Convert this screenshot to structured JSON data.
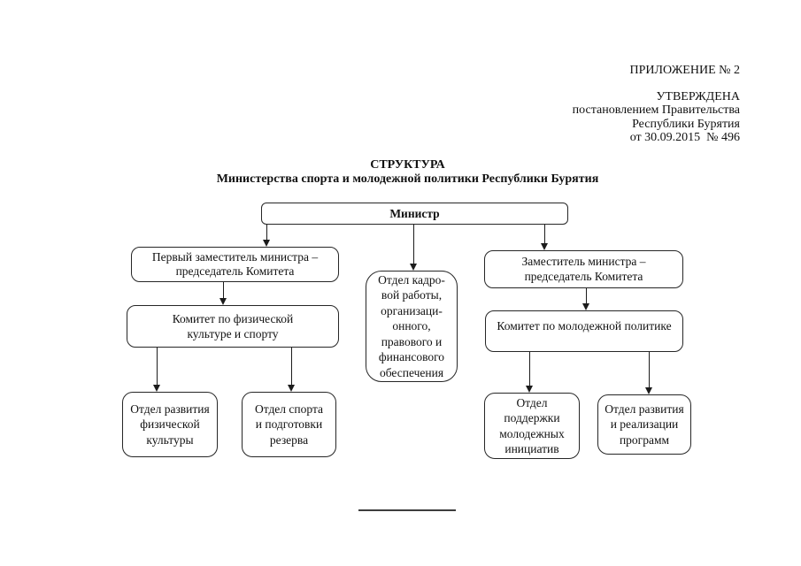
{
  "page": {
    "background": "#ffffff",
    "text_color": "#111111",
    "line_color": "#1c1c1c"
  },
  "header": {
    "appendix": "ПРИЛОЖЕНИЕ № 2",
    "approved": "УТВЕРЖДЕНА",
    "approved_by_line1": "постановлением Правительства",
    "approved_by_line2": "Республики Бурятия",
    "approved_date": "от 30.09.2015  № 496"
  },
  "title": {
    "line1": "СТРУКТУРА",
    "line2": "Министерства спорта и молодежной политики Республики Бурятия"
  },
  "chart": {
    "type": "org-chart",
    "nodes": {
      "minister": "Министр",
      "first_deputy": "Первый заместитель министра –\nпредседатель Комитета",
      "hr_dept": "Отдел кадро-\nвой работы,\nорганизаци-\nонного,\nправового и\nфинансового\nобеспечения",
      "deputy": "Заместитель министра –\nпредседатель Комитета",
      "sport_committee": "Комитет по физической\nкультуре и спорту",
      "youth_committee": "Комитет по молодежной политике",
      "dept_physical_culture": "Отдел развития\nфизической\nкультуры",
      "dept_sport_reserve": "Отдел спорта\nи подготовки\nрезерва",
      "dept_youth_initiatives": "Отдел\nподдержки\nмолодежных\nинициатив",
      "dept_programs": "Отдел развития\nи реализации\nпрограмм"
    },
    "edges": [
      {
        "from": "minister",
        "to": "first_deputy"
      },
      {
        "from": "minister",
        "to": "hr_dept"
      },
      {
        "from": "minister",
        "to": "deputy"
      },
      {
        "from": "first_deputy",
        "to": "sport_committee"
      },
      {
        "from": "deputy",
        "to": "youth_committee"
      },
      {
        "from": "sport_committee",
        "to": "dept_physical_culture"
      },
      {
        "from": "sport_committee",
        "to": "dept_sport_reserve"
      },
      {
        "from": "youth_committee",
        "to": "dept_youth_initiatives"
      },
      {
        "from": "youth_committee",
        "to": "dept_programs"
      }
    ]
  }
}
